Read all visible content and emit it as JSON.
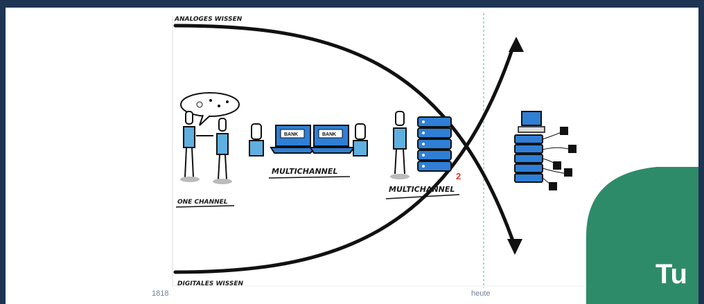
{
  "diagram": {
    "top_curve_label": "ANALOGES WISSEN",
    "bottom_curve_label": "DIGITALES WISSEN",
    "stage_one_label": "ONE CHANNEL",
    "stage_two_label": "MULTICHANNEL",
    "stage_three_label": "MULTICHANNEL",
    "stage_three_superscript": "2",
    "laptop_left_text": "BANK",
    "laptop_right_text": "BANK",
    "axis_start": "1818",
    "axis_now": "heute"
  },
  "overlay": {
    "title_fragment": "Tu",
    "badge_color": "#2e8b6a"
  },
  "colors": {
    "background": "#1d3553",
    "server_blue": "#2f7fd6",
    "divider": "#7fd0c0"
  }
}
